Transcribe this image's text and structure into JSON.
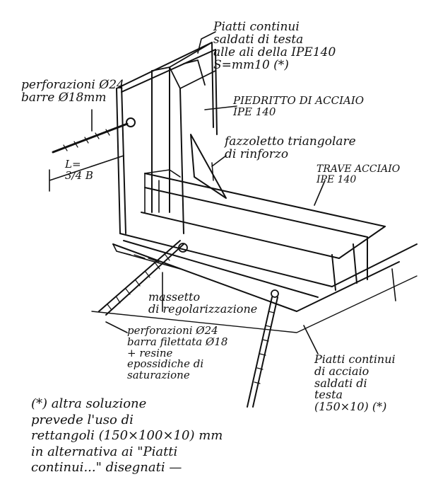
{
  "labels": {
    "plates_top": [
      "Piatti continui",
      "saldati di testa",
      "alle ali della IPE140",
      "S=mm10 (*)"
    ],
    "drilling": [
      "perforazioni Ø24",
      "barre Ø18mm"
    ],
    "length": [
      "L=",
      "3/4 B"
    ],
    "column": [
      "PIEDRITTO DI ACCIAIO",
      "IPE 140"
    ],
    "gusset": [
      "fazzoletto triangolare",
      "di rinforzo"
    ],
    "beam": [
      "TRAVE ACCIAIO",
      "IPE 140"
    ],
    "screed": [
      "massetto",
      "di regolarizzazione"
    ],
    "bars": [
      "perforazioni Ø24",
      "barra filettata Ø18",
      "+ resine",
      "epossidiche di",
      "saturazione"
    ],
    "plates_bottom": [
      "Piatti continui",
      "di acciaio",
      "saldati di",
      "testa",
      "(150×10) (*)"
    ],
    "footnote": [
      "(*) altra soluzione",
      "prevede l'uso di",
      "rettangoli (150×100×10) mm",
      "in alternativa ai \"Piatti",
      "continui...\" disegnati —"
    ]
  }
}
